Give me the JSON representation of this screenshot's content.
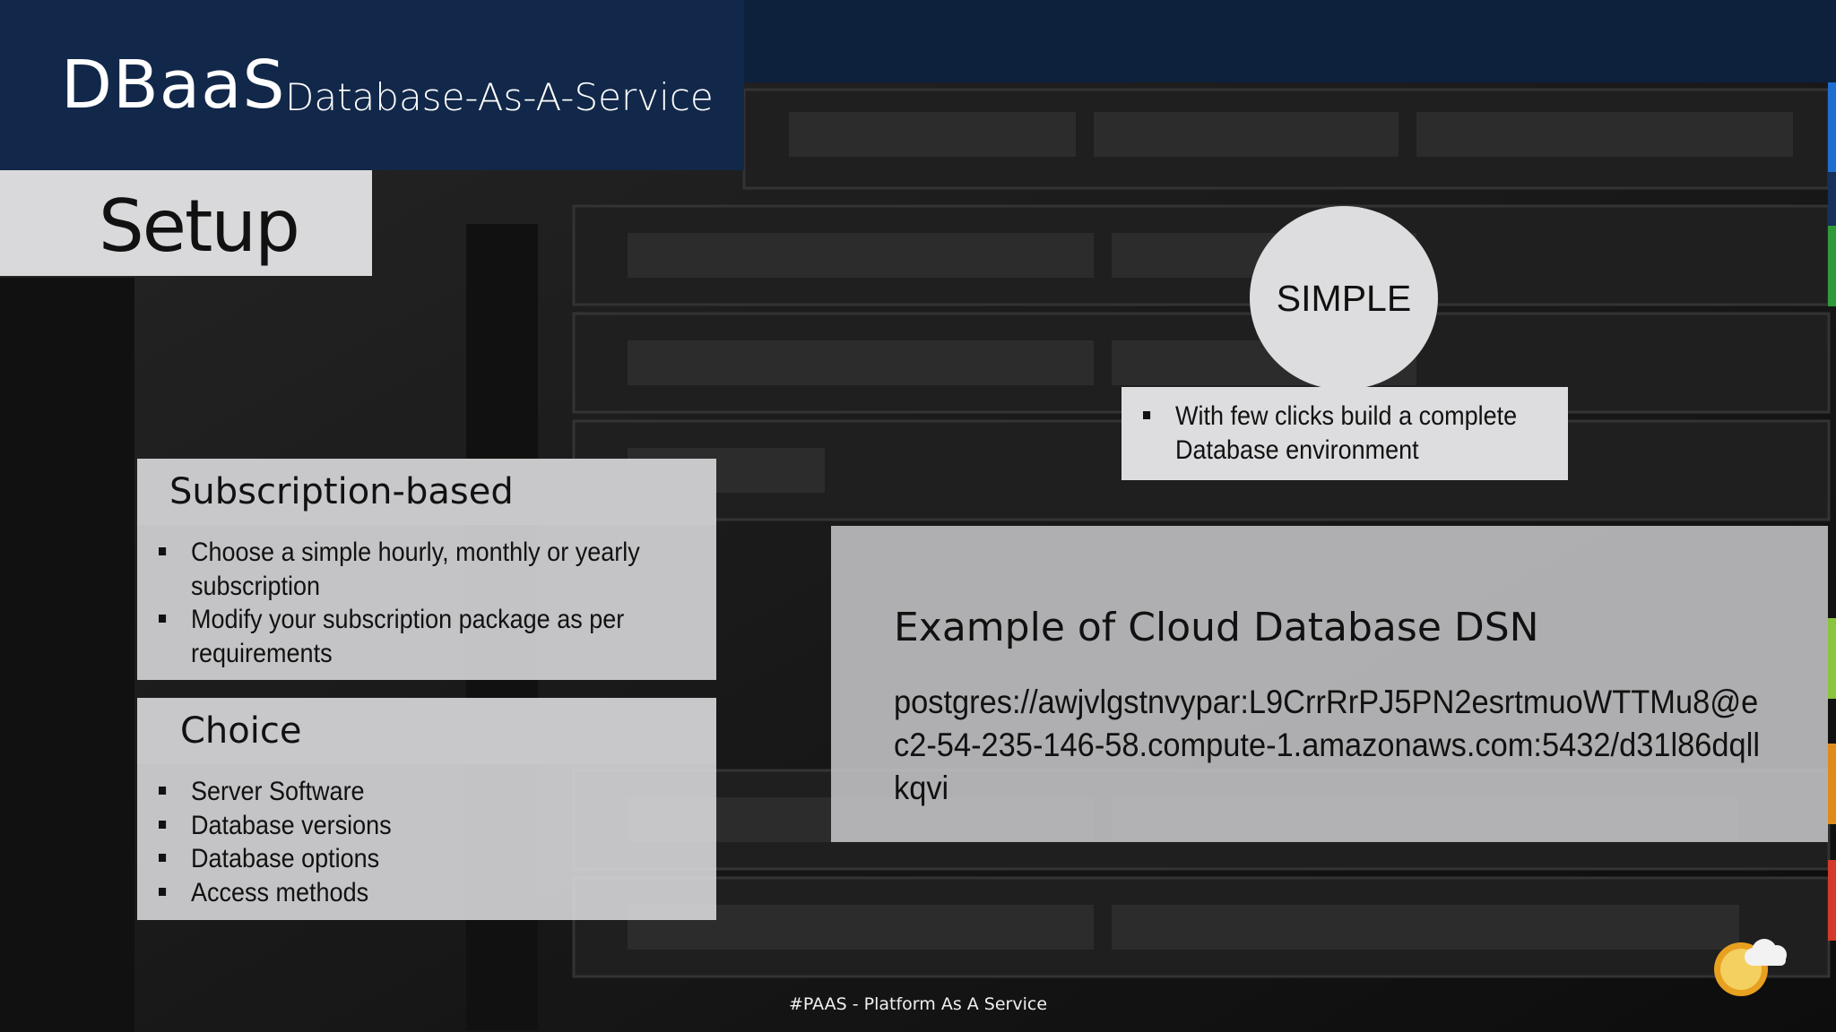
{
  "header": {
    "title": "DBaaS",
    "subtitle": "Database-As-A-Service",
    "section": "Setup"
  },
  "simple": {
    "label": "SIMPLE",
    "bullets": [
      "With few clicks build a complete Database  environment"
    ]
  },
  "subscription": {
    "heading": "Subscription-based",
    "bullets": [
      "Choose a  simple hourly, monthly or yearly subscription",
      "Modify your subscription package as per requirements"
    ]
  },
  "choice": {
    "heading": "Choice",
    "bullets": [
      "Server Software",
      "Database versions",
      "Database options",
      "Access methods"
    ]
  },
  "dsn": {
    "title": "Example of Cloud Database DSN",
    "value": "postgres://awjvlgstnvypar:L9CrrRrPJ5PN2esrtmuoWTTMu8@ec2-54-235-146-58.compute-1.amazonaws.com:5432/d31l86dqllkqvi"
  },
  "footer": "#PAAS - Platform As A Service",
  "icons": {
    "logo": "sun-cloud-icon"
  },
  "colors": {
    "header_bg": "#12284a",
    "panel_bg": "#dcdcde",
    "strip": [
      "#1f6fd1",
      "#2f9a3a",
      "#8bc53f",
      "#e08a1c",
      "#d43a2a"
    ]
  }
}
